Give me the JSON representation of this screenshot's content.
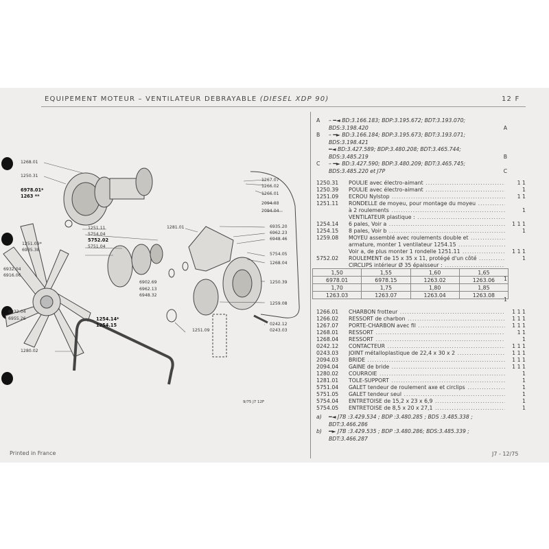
{
  "header": {
    "title": "EQUIPEMENT MOTEUR",
    "dash": "–",
    "subtitle": "VENTILATEUR DEBRAYABLE",
    "engine": "(DIESEL XDP 90)",
    "page": "12 F"
  },
  "diagram": {
    "labels": {
      "p1268_01": "1268.01",
      "p1250_31": "1250.31",
      "p6978_01": "6978.01*",
      "p1263": "1263 **",
      "p1251_11": "1251.11",
      "p5754_04": "5754.04",
      "p5752_02": "5752.02",
      "p5751_04": "5751.04",
      "p1251_09": "1251.09*",
      "p6935_38": "6935.38",
      "p6932_04a": "6932.04",
      "p6916_06": "6916.06",
      "p6932_04b": "6932.04",
      "p6955_26": "6955.26",
      "p1254_14": "1254.14*",
      "p1254_15": "1254.15",
      "p1280_02": "1280.02",
      "p1251_09b": "1251.09",
      "p6902_69": "6902.69",
      "p6962_13": "6962.13",
      "p6948_32": "6948.32",
      "p1281_01": "1281.01",
      "p1267_07": "1267.07",
      "p1266_02": "1266.02",
      "p1266_01": "1266.01",
      "p2094_03": "2094.03",
      "p2094_04": "2094.04",
      "p6935_20": "6935.20",
      "p6962_23": "6962.23",
      "p6948_46": "6948.46",
      "p5754_05": "5754.05",
      "p1268_04": "1268.04",
      "p1250_39": "1250.39",
      "p1259_08": "1259.08",
      "p0242_12": "0242.12",
      "p0243_03": "0243.03"
    },
    "date_code": "9/75  J7  12F"
  },
  "footer": {
    "printed": "Printed in France",
    "edition": "J7 - 12/75"
  },
  "refs": [
    {
      "k": "A",
      "t": "– ━◄ BD:3.166.183; BDP:3.195.672; BDT:3.193.070;",
      "m": ""
    },
    {
      "k": "",
      "t": "BDS:3.198.420",
      "m": "A"
    },
    {
      "k": "B",
      "t": "– ━► BD:3.166.184; BDP:3.195.673; BDT:3.193.071;",
      "m": ""
    },
    {
      "k": "",
      "t": "BDS:3.198.421",
      "m": ""
    },
    {
      "k": "",
      "t": "━◄ BD:3.427.589; BDP:3.480.208; BDT:3.465.744;",
      "m": ""
    },
    {
      "k": "",
      "t": "BDS:3.485.219",
      "m": "B"
    },
    {
      "k": "C",
      "t": "– ━► BD:3.427.590; BDP:3.480.209; BDT:3.465.745;",
      "m": ""
    },
    {
      "k": "",
      "t": "BDS:3.485.220 et J7P",
      "m": "C"
    }
  ],
  "parts1": [
    {
      "ref": "1250.31",
      "des": "POULIE avec électro-aimant",
      "q": "1 1"
    },
    {
      "ref": "1250.39",
      "des": "POULIE avec électro-aimant",
      "q": "1"
    },
    {
      "ref": "1251.09",
      "des": "ECROU Nylstop",
      "q": "1 1"
    },
    {
      "ref": "1251.11",
      "des": "RONDELLE de moyeu, pour montage du moyeu",
      "q": ""
    },
    {
      "ref": "",
      "des": "   à 2 roulements",
      "q": "1"
    },
    {
      "ref": "",
      "des": "VENTILATEUR plastique :",
      "q": ""
    },
    {
      "ref": "1254.14",
      "des": "   6 pales, Voir a",
      "q": "1 1 1"
    },
    {
      "ref": "1254.15",
      "des": "   8 pales, Voir b",
      "q": "1"
    },
    {
      "ref": "1259.08",
      "des": "MOYEU assemblé avec roulements double et",
      "q": ""
    },
    {
      "ref": "",
      "des": "armature, monter 1 ventilateur 1254.15",
      "q": ""
    },
    {
      "ref": "",
      "des": "   Voir a, de plus monter 1 rondelle 1251.11",
      "q": "1 1 1"
    },
    {
      "ref": "5752.02",
      "des": "ROULEMENT de 15 x 35 x 11, protégé d'un côté",
      "q": "1"
    },
    {
      "ref": "",
      "des": "CIRCLIPS intérieur Ø 35 épaisseur :",
      "q": ""
    }
  ],
  "circlips": [
    [
      "1,50",
      "1,55",
      "1,60",
      "1,65"
    ],
    [
      "6978.01",
      "6978.15",
      "1263.02",
      "1263.06"
    ],
    [
      "1,70",
      "1,75",
      "1,80",
      "1,85"
    ],
    [
      "1263.03",
      "1263.07",
      "1263.04",
      "1263.08"
    ]
  ],
  "circlips_qty": "1",
  "parts2": [
    {
      "ref": "1266.01",
      "des": "CHARBON frotteur",
      "q": "1 1 1"
    },
    {
      "ref": "1266.02",
      "des": "RESSORT de charbon",
      "q": "1 1 1"
    },
    {
      "ref": "1267.07",
      "des": "PORTE-CHARBON avec fil",
      "q": "1 1 1"
    },
    {
      "ref": "1268.01",
      "des": "RESSORT",
      "q": "1 1"
    },
    {
      "ref": "1268.04",
      "des": "RESSORT",
      "q": "1"
    },
    {
      "ref": "0242.12",
      "des": "CONTACTEUR",
      "q": "1 1 1"
    },
    {
      "ref": "0243.03",
      "des": "JOINT métalloplastique de 22,4 x 30 x 2",
      "q": "1 1 1"
    },
    {
      "ref": "2094.03",
      "des": "BRIDE",
      "q": "1 1 1"
    },
    {
      "ref": "2094.04",
      "des": "GAINE de bride",
      "q": "1 1 1"
    },
    {
      "ref": "1280.02",
      "des": "COURROIE",
      "q": "1"
    },
    {
      "ref": "1281.01",
      "des": "TOLE-SUPPORT",
      "q": "1"
    },
    {
      "ref": "5751.04",
      "des": "GALET tendeur de roulement axe et circlips",
      "q": "1"
    },
    {
      "ref": "5751.05",
      "des": "GALET tendeur seul",
      "q": "1"
    },
    {
      "ref": "5754.04",
      "des": "ENTRETOISE de 15,2 x 23 x 6,9",
      "q": "1"
    },
    {
      "ref": "5754.05",
      "des": "ENTRETOISE de  8,5 x 20 x 27,1",
      "q": "1"
    }
  ],
  "notes": [
    {
      "k": "a)",
      "t": "━◄  J7B  :3.429.534 ; BDP :3.480.285 ; BDS :3.485.338 ;"
    },
    {
      "k": "",
      "t": "BDT:3.466.286"
    },
    {
      "k": "b)",
      "t": "━►  J7B  :3.429.535 ; BDP :3.480.286; BDS:3.485.339 ;"
    },
    {
      "k": "",
      "t": "BDT:3.466.287"
    }
  ]
}
